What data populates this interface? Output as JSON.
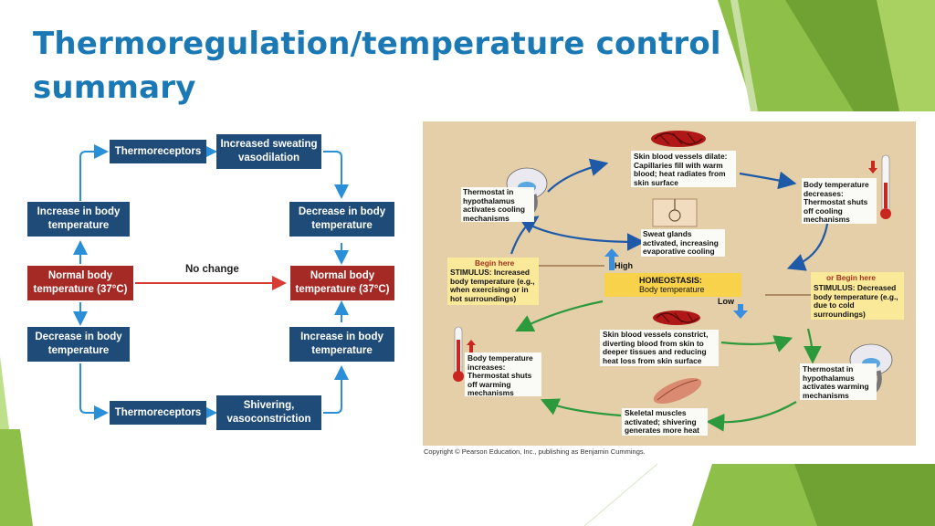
{
  "slide": {
    "title": "Thermoregulation/temperature control summary"
  },
  "flow": {
    "thermoreceptors_top": "Thermoreceptors",
    "sweating": "Increased sweating vasodilation",
    "increase_body_temp_left": "Increase in body temperature",
    "decrease_body_temp_right": "Decrease in body temperature",
    "normal_left": "Normal body temperature (37°C)",
    "normal_right": "Normal body temperature (37°C)",
    "no_change": "No change",
    "decrease_body_temp_left": "Decrease in body temperature",
    "increase_body_temp_right": "Increase in body temperature",
    "thermoreceptors_bottom": "Thermoreceptors",
    "shivering": "Shivering, vasoconstriction"
  },
  "pearson": {
    "skin_dilate": "Skin blood vessels dilate: Capillaries fill with warm blood; heat radiates from skin surface",
    "thermostat_cooling": "Thermostat in hypothalamus activates cooling mechanisms",
    "body_temp_decreases": "Body temperature decreases: Thermostat shuts off cooling mechanisms",
    "sweat_glands": "Sweat glands activated, increasing evaporative cooling",
    "begin_here_left": "Begin here",
    "stimulus_increased": "STIMULUS: Increased body temperature (e.g., when exercising or in hot surroundings)",
    "high": "High",
    "homeostasis": "HOMEOSTASIS:",
    "body_temperature": "Body temperature",
    "low": "Low",
    "or_begin_here": "or Begin here",
    "stimulus_decreased": "STIMULUS: Decreased body temperature (e.g., due to cold surroundings)",
    "skin_constrict": "Skin blood vessels constrict, diverting blood from skin to deeper tissues and reducing heat loss from skin surface",
    "body_temp_increases": "Body temperature increases: Thermostat shuts off warming mechanisms",
    "thermostat_warming": "Thermostat in hypothalamus activates warming mechanisms",
    "skeletal_muscles": "Skeletal muscles activated; shivering generates more heat",
    "copyright": "Copyright © Pearson Education, Inc., publishing as Benjamin Cummings."
  }
}
